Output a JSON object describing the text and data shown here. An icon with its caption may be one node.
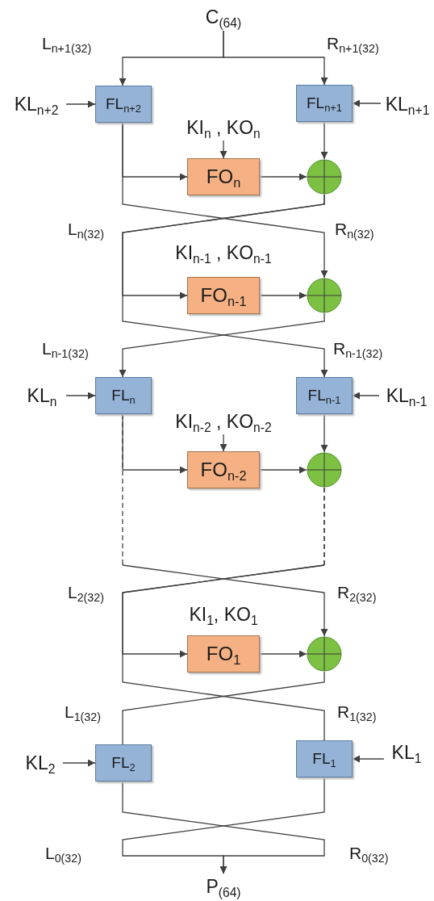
{
  "diagram": {
    "nodes": [
      {
        "text": [
          "C$_{(64)}$"
        ]
      },
      {
        "text": [
          "KL$_{n+2}$"
        ]
      },
      {
        "text": [
          "FL$_{n+2}$"
        ]
      },
      {
        "text": [
          "FL$_{n+1}$"
        ]
      },
      {
        "text": [
          "KL$_{n+1}$"
        ]
      },
      {
        "text": [
          "KI$_{n}$ , KO$_{n}$"
        ]
      },
      {
        "text": [
          "FO$_{n}$"
        ]
      },
      {
        "text": [],
        "shape": "circle"
      },
      {
        "text": [
          "FO$_{n-1}$"
        ],
        "beside": [
          "KI$_{n-1}$ , KO$_{n-1}$"
        ]
      },
      {
        "text": [],
        "shape": "circle"
      },
      {
        "text": [
          "KL$_{n}$"
        ]
      },
      {
        "text": [
          "FL$_{n}$"
        ]
      },
      {
        "text": [
          "FL$_{n-1}$"
        ]
      },
      {
        "text": [
          "KL$_{n-1}$"
        ]
      },
      {
        "text": [
          "KI$_{n-2}$ , KO$_{n-2}$"
        ]
      },
      {
        "text": [
          "FO$_{n-2}$"
        ]
      },
      {
        "text": [],
        "shape": "circle"
      },
      {
        "text": [
          "FO$_{1}$"
        ],
        "beside": [
          "KI$_{1}$, KO$_{1}$"
        ]
      },
      {
        "text": [],
        "shape": "circle"
      },
      {
        "text": [
          "KL$_{2}$"
        ]
      },
      {
        "text": [
          "FL$_{2}$"
        ]
      },
      {
        "text": [
          "FL$_{1}$"
        ]
      },
      {
        "text": [
          "KL$_{1}$"
        ]
      },
      {
        "text": [
          "P$_{(64)}$"
        ]
      }
    ],
    "edges": [
      {
        "from": 0,
        "to": 2,
        "arrow": "to"
      },
      {
        "from": 0,
        "to": 3,
        "arrow": "to"
      },
      {
        "from": 1,
        "to": 2,
        "arrow": "to"
      },
      {
        "from": 4,
        "to": 3,
        "arrow": "to"
      },
      {
        "from": 5,
        "to": 6,
        "arrow": "to"
      },
      {
        "from": 2,
        "to": 6,
        "arrow": "to"
      },
      {
        "from": 6,
        "to": 7,
        "arrow": "to"
      },
      {
        "from": 3,
        "to": 7,
        "arrow": "to"
      },
      {
        "from": 2,
        "to": 9,
        "arrow": "to"
      },
      {
        "from": 7,
        "to": 8,
        "arrow": "to"
      },
      {
        "from": 7,
        "to": 12,
        "arrow": "to"
      },
      {
        "from": 8,
        "to": 9,
        "arrow": "to"
      },
      {
        "from": 9,
        "to": 11,
        "arrow": "to"
      },
      {
        "from": 10,
        "to": 11,
        "arrow": "to"
      },
      {
        "from": 13,
        "to": 12,
        "arrow": "to"
      },
      {
        "from": 14,
        "to": 15,
        "arrow": "to"
      },
      {
        "from": 11,
        "to": 15,
        "arrow": "to"
      },
      {
        "from": 15,
        "to": 16,
        "arrow": "to"
      },
      {
        "from": 12,
        "to": 16,
        "arrow": "to"
      },
      {
        "from": 11,
        "to": 18,
        "arrow": "to",
        "style": "dashed"
      },
      {
        "from": 16,
        "to": 17,
        "arrow": "to",
        "style": "dashed"
      },
      {
        "from": 16,
        "to": 21,
        "arrow": "none",
        "style": "dashed"
      },
      {
        "from": 17,
        "to": 18,
        "arrow": "to"
      },
      {
        "from": 18,
        "to": 20,
        "arrow": "none"
      },
      {
        "from": 19,
        "to": 20,
        "arrow": "to"
      },
      {
        "from": 22,
        "to": 21,
        "arrow": "to"
      },
      {
        "from": 20,
        "to": 23,
        "arrow": "to"
      },
      {
        "from": 21,
        "to": 23,
        "arrow": "to"
      }
    ],
    "labels": [
      "L$_{n+1(32)}$",
      "R$_{n+1(32)}$",
      "L$_{n(32)}$",
      "R$_{n(32)}$",
      "L$_{n-1(32)}$",
      "R$_{n-1(32)}$",
      "L$_{2(32)}$",
      "R$_{2(32)}$",
      "L$_{1(32)}$",
      "R$_{1(32)}$",
      "L$_{0(32)}$",
      "R$_{0(32)}$"
    ]
  }
}
